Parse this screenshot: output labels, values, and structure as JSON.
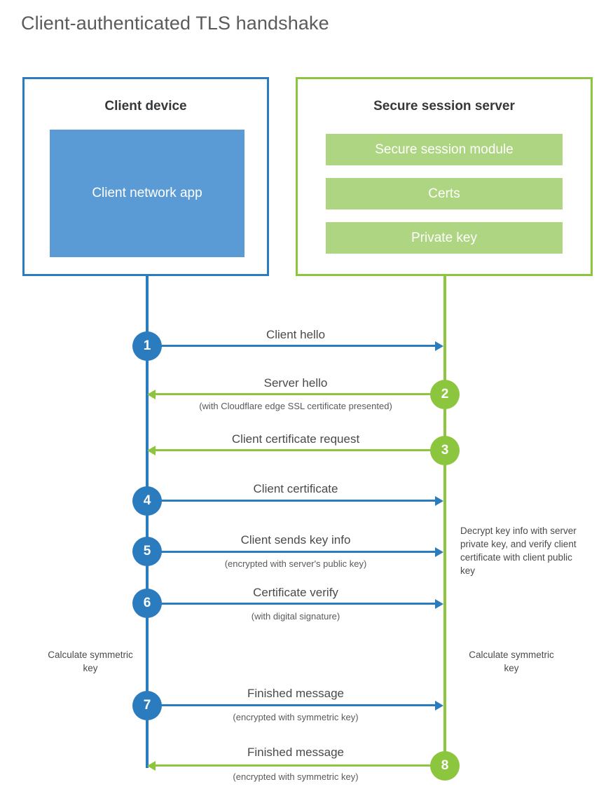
{
  "title": "Client-authenticated TLS handshake",
  "parties": {
    "client": {
      "title": "Client device",
      "app_label": "Client network app",
      "accent_color": "#2b7cbf",
      "fill_color": "#5b9bd5"
    },
    "server": {
      "title": "Secure session server",
      "accent_color": "#8cc63e",
      "fill_color": "#aed581",
      "modules": [
        {
          "label": "Secure session module"
        },
        {
          "label": "Certs"
        },
        {
          "label": "Private key"
        }
      ]
    }
  },
  "steps": [
    {
      "number": "1",
      "label": "Client hello",
      "sub": "",
      "direction": "client-to-server",
      "color": "#2b7cbf"
    },
    {
      "number": "2",
      "label": "Server hello",
      "sub": "(with Cloudflare edge SSL certificate presented)",
      "direction": "server-to-client",
      "color": "#8cc63e"
    },
    {
      "number": "3",
      "label": "Client certificate request",
      "sub": "",
      "direction": "server-to-client",
      "color": "#8cc63e"
    },
    {
      "number": "4",
      "label": "Client certificate",
      "sub": "",
      "direction": "client-to-server",
      "color": "#2b7cbf"
    },
    {
      "number": "5",
      "label": "Client sends key info",
      "sub": "(encrypted with server's public key)",
      "direction": "client-to-server",
      "color": "#2b7cbf"
    },
    {
      "number": "6",
      "label": "Certificate verify",
      "sub": "(with digital signature)",
      "direction": "client-to-server",
      "color": "#2b7cbf"
    },
    {
      "number": "7",
      "label": "Finished message",
      "sub": "(encrypted with symmetric key)",
      "direction": "client-to-server",
      "color": "#2b7cbf"
    },
    {
      "number": "8",
      "label": "Finished message",
      "sub": "(encrypted with symmetric key)",
      "direction": "server-to-client",
      "color": "#8cc63e"
    }
  ],
  "notes": {
    "server_decrypt": "Decrypt key info with server private key, and verify client certificate with client public key",
    "client_symmetric": "Calculate symmetric key",
    "server_symmetric": "Calculate symmetric key"
  }
}
